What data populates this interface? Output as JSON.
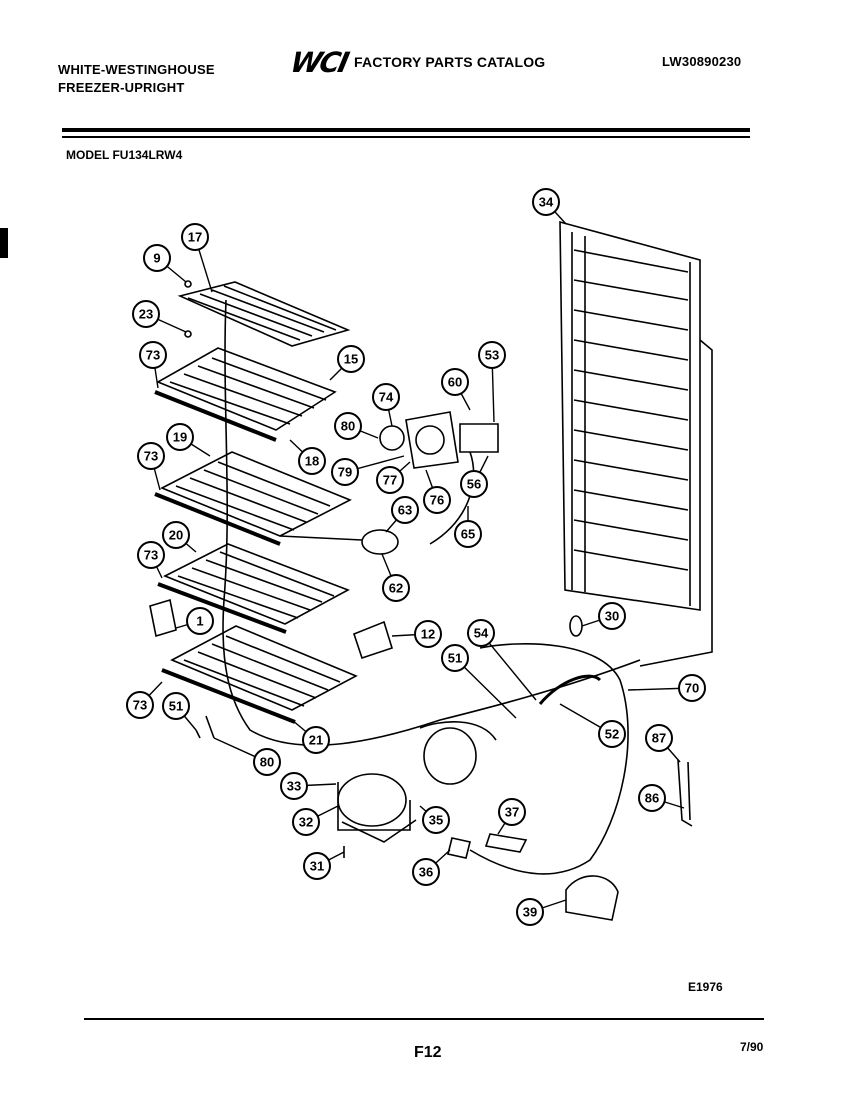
{
  "header": {
    "brand_line1": "WHITE-WESTINGHOUSE",
    "brand_line2": "FREEZER-UPRIGHT",
    "logo": "WCI",
    "catalog_title": "FACTORY PARTS CATALOG",
    "catalog_number": "LW30890230"
  },
  "model": "MODEL FU134LRW4",
  "diagram_number": "E1976",
  "page_number": "F12",
  "date": "7/90",
  "callouts": [
    {
      "label": "9"
    },
    {
      "label": "17"
    },
    {
      "label": "23"
    },
    {
      "label": "73"
    },
    {
      "label": "15"
    },
    {
      "label": "18"
    },
    {
      "label": "73"
    },
    {
      "label": "19"
    },
    {
      "label": "73"
    },
    {
      "label": "20"
    },
    {
      "label": "1"
    },
    {
      "label": "73"
    },
    {
      "label": "51"
    },
    {
      "label": "80"
    },
    {
      "label": "21"
    },
    {
      "label": "74"
    },
    {
      "label": "80"
    },
    {
      "label": "79"
    },
    {
      "label": "77"
    },
    {
      "label": "76"
    },
    {
      "label": "60"
    },
    {
      "label": "53"
    },
    {
      "label": "56"
    },
    {
      "label": "65"
    },
    {
      "label": "63"
    },
    {
      "label": "62"
    },
    {
      "label": "12"
    },
    {
      "label": "34"
    },
    {
      "label": "30"
    },
    {
      "label": "54"
    },
    {
      "label": "51"
    },
    {
      "label": "52"
    },
    {
      "label": "70"
    },
    {
      "label": "87"
    },
    {
      "label": "86"
    },
    {
      "label": "33"
    },
    {
      "label": "32"
    },
    {
      "label": "31"
    },
    {
      "label": "35"
    },
    {
      "label": "37"
    },
    {
      "label": "36"
    },
    {
      "label": "39"
    }
  ]
}
